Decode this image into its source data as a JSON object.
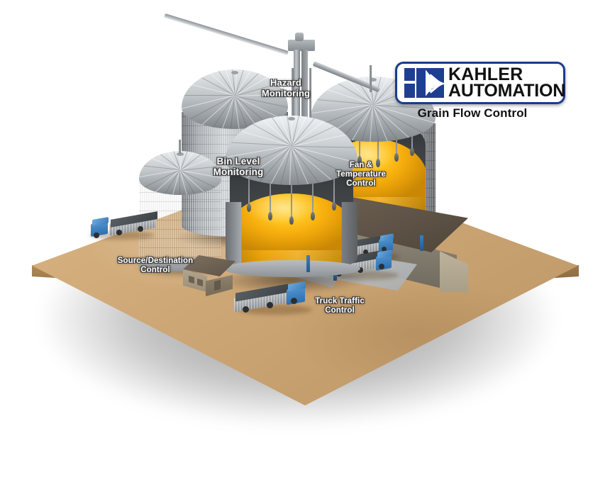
{
  "diagram": {
    "title": "Grain Flow Control",
    "brand": {
      "line1": "KAHLER",
      "line2": "AUTOMATION",
      "mark_name": "kahler-k-logo-mark",
      "border_color": "#1b3c8c",
      "mark_color": "#1e3f91",
      "text_color": "#111111"
    },
    "callouts": [
      {
        "id": "hazard-monitoring",
        "text": "Hazard\nMonitoring"
      },
      {
        "id": "bin-level-monitoring",
        "text": "Bin Level\nMonitoring"
      },
      {
        "id": "fan-temperature-control",
        "text": "Fan &\nTemperature\nControl"
      },
      {
        "id": "source-destination-control",
        "text": "Source/Destination\nControl"
      },
      {
        "id": "truck-traffic-control",
        "text": "Truck Traffic\nControl"
      }
    ],
    "scene": {
      "ground_color": "#cfa877",
      "ground_edge_color": "#8d6a40",
      "silo_metal_color": "#b9bdc0",
      "grain_color": "#ffc41f",
      "grain_shadow_color": "#c98705",
      "truck_cab_color": "#2f6fae",
      "trailer_color": "#b6babd",
      "warehouse_roof_color": "#5d5245",
      "warehouse_wall_color": "#cdc3ad",
      "office_roof_color": "#6f6252",
      "office_wall_color": "#b2a48c",
      "elements": [
        {
          "name": "silo-large-front",
          "label": "bin-level-monitoring"
        },
        {
          "name": "silo-large-right",
          "label": "fan-temperature-control"
        },
        {
          "name": "silo-rear-left",
          "label": "hazard-monitoring"
        },
        {
          "name": "silo-small-left",
          "label": "source-destination-control"
        },
        {
          "name": "bucket-elevator-leg",
          "label": "hazard-monitoring"
        },
        {
          "name": "receiving-warehouse",
          "label": "truck-traffic-control"
        },
        {
          "name": "scale-office-building",
          "label": "source-destination-control"
        }
      ]
    }
  }
}
